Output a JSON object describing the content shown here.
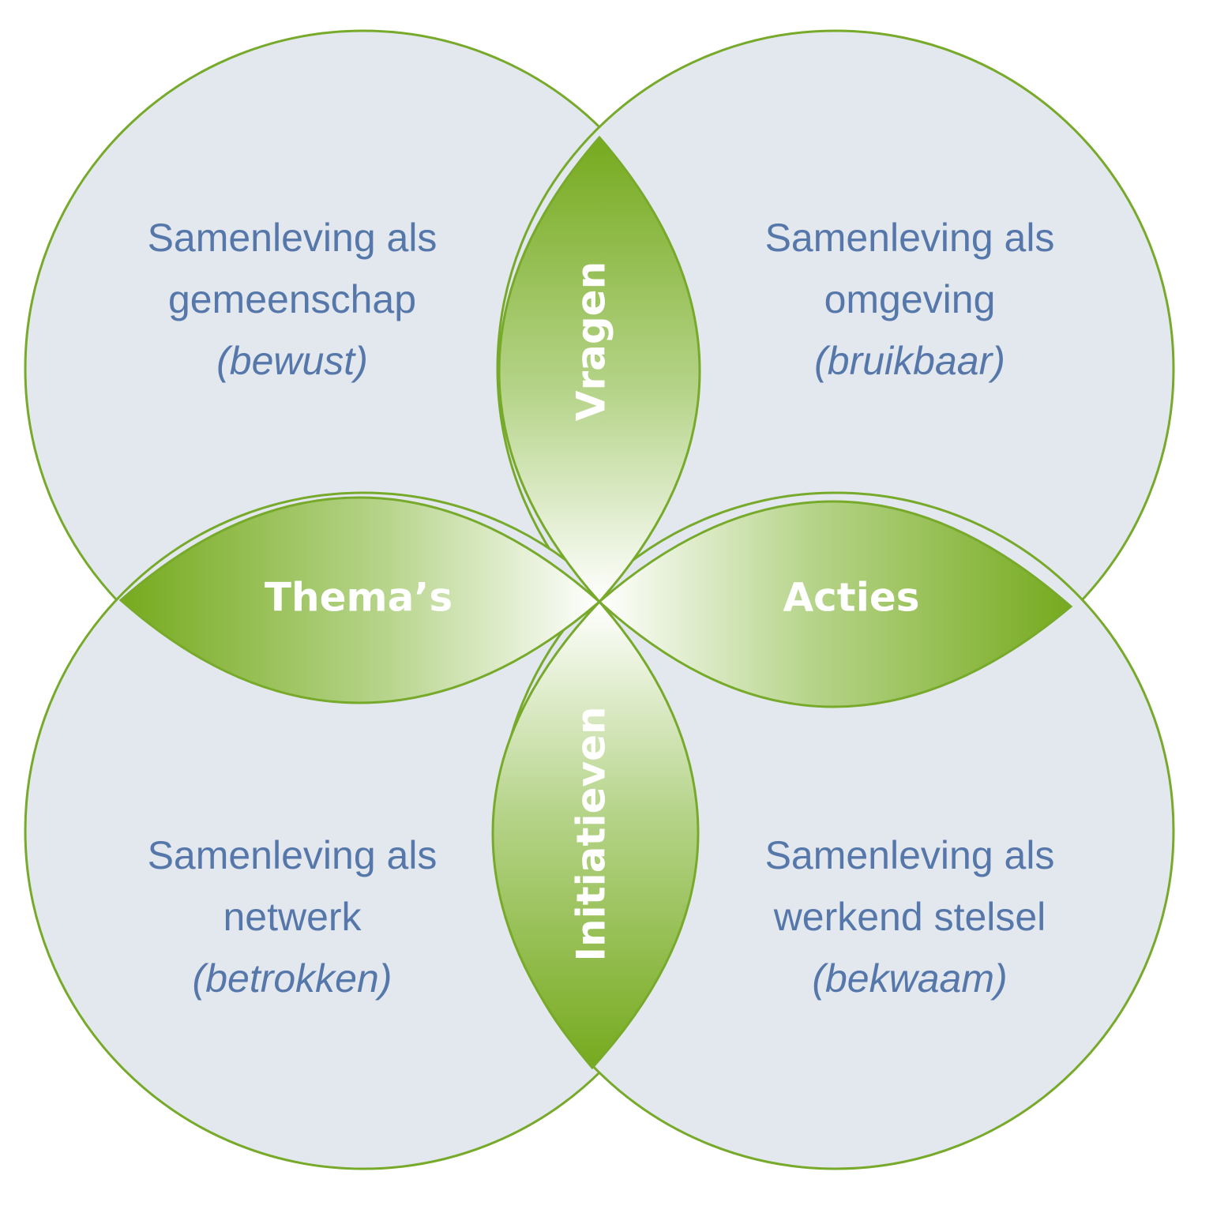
{
  "circles": [
    {
      "id": "top-left",
      "lines": [
        "Samenleving als",
        "gemeenschap"
      ],
      "quality": "(bewust)"
    },
    {
      "id": "top-right",
      "lines": [
        "Samenleving als",
        "omgeving"
      ],
      "quality": "(bruikbaar)"
    },
    {
      "id": "bottom-left",
      "lines": [
        "Samenleving als",
        "netwerk"
      ],
      "quality": "(betrokken)"
    },
    {
      "id": "bottom-right",
      "lines": [
        "Samenleving als",
        "werkend stelsel"
      ],
      "quality": "(bekwaam)"
    }
  ],
  "overlaps": {
    "top": "Vragen",
    "left": "Thema’s",
    "right": "Acties",
    "bottom": "Initiatieven"
  },
  "colors": {
    "circle_fill": "#e3e8ef",
    "circle_stroke": "#77aa2a",
    "text": "#5577aa",
    "overlap_green": "#76aa1e",
    "overlap_light": "#ffffff",
    "overlap_text": "#ffffff"
  }
}
